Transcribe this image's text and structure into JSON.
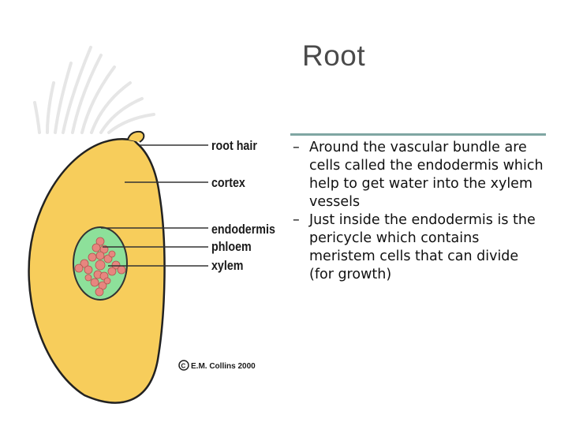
{
  "slide": {
    "title": "Root",
    "bullets": [
      {
        "marker": "–",
        "text": "Around the vascular bundle are cells called the endodermis which help to get water into the xylem vessels"
      },
      {
        "marker": "–",
        "text": "Just inside the endodermis is the pericycle which contains meristem cells that can divide (for growth)"
      }
    ]
  },
  "diagram": {
    "labels": {
      "root_hair": "root hair",
      "cortex": "cortex",
      "endodermis": "endodermis",
      "phloem": "phloem",
      "xylem": "xylem"
    },
    "credit": "E.M. Collins 2000",
    "colors": {
      "cortex": "#f7cd5b",
      "outline": "#222222",
      "vascular": "#8de09a",
      "xylem": "#e7867f",
      "rule": "#7fa6a3"
    }
  }
}
